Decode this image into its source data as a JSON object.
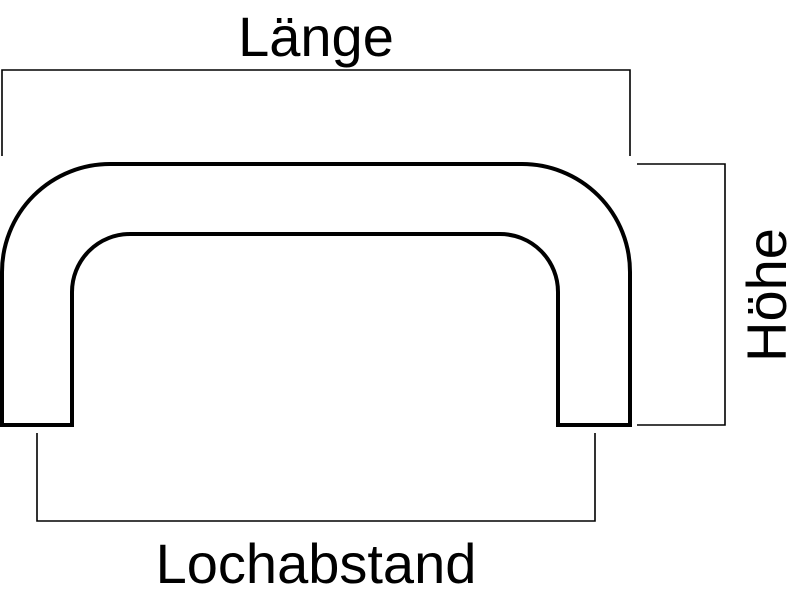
{
  "labels": {
    "length": "Länge",
    "hole_spacing": "Lochabstand",
    "height": "Höhe"
  },
  "colors": {
    "stroke": "#000000",
    "background": "#ffffff"
  }
}
